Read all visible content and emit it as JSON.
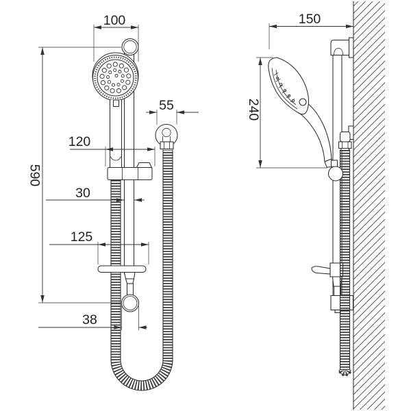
{
  "front_view": {
    "head_width": "100",
    "bar_height": "590",
    "bracket_width": "120",
    "outlet_width": "55",
    "rail_width": "30",
    "soap_dish_width": "125",
    "end_guide_width": "38"
  },
  "side_view": {
    "wall_distance": "150",
    "handset_drop": "240"
  }
}
